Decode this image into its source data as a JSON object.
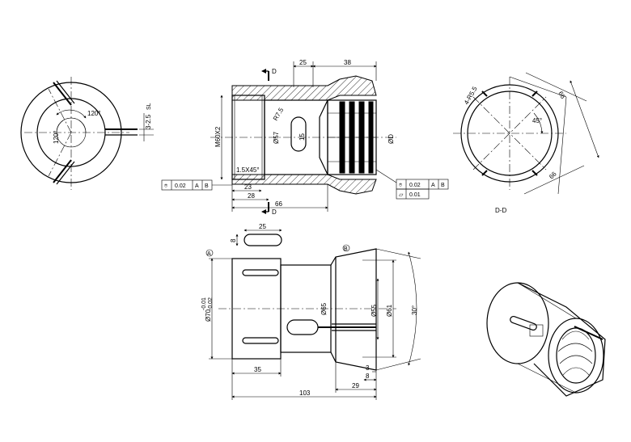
{
  "drawing": {
    "front_view": {
      "angle_label": "120°",
      "angle_label_2": "120°",
      "slot_label": "3-2.5",
      "slot_sub": "SL"
    },
    "section_view": {
      "cut_label_top": "D",
      "cut_label_bottom": "D",
      "dims": {
        "d25": "25",
        "d38": "38",
        "thread": "M60X2",
        "radius": "R7.5",
        "dia57": "Ø57",
        "w15": "15",
        "chamfer": "1.5X45°",
        "d23": "23",
        "d28": "28",
        "d66": "66",
        "od": "ØD"
      },
      "tolerance_left": {
        "symbol": "⌾",
        "value": "0.02",
        "ref_a": "A",
        "ref_b": "B"
      },
      "tolerance_right": {
        "symbol": "⌾",
        "value": "0.02",
        "ref_a": "A",
        "ref_b": "B"
      },
      "tolerance_right_2": {
        "symbol": "▱",
        "value": "0.01"
      }
    },
    "section_dd": {
      "caption": "D-D",
      "d66a": "66",
      "d66b": "66",
      "slot": "4-R5.5",
      "angle": "45°"
    },
    "side_view": {
      "slot_top": "25",
      "slot_h": "8",
      "datum_a": "A",
      "datum_b": "B",
      "dia_70": "Ø70",
      "dia_70_tol_top": "-0.01",
      "dia_70_tol_bot": "-0.02",
      "dia_65": "Ø65",
      "dia_55": "Ø55",
      "dia_61": "Ø61",
      "angle_30": "30°",
      "d35": "35",
      "d103": "103",
      "d29": "29",
      "d8": "8",
      "d3": "3"
    }
  }
}
